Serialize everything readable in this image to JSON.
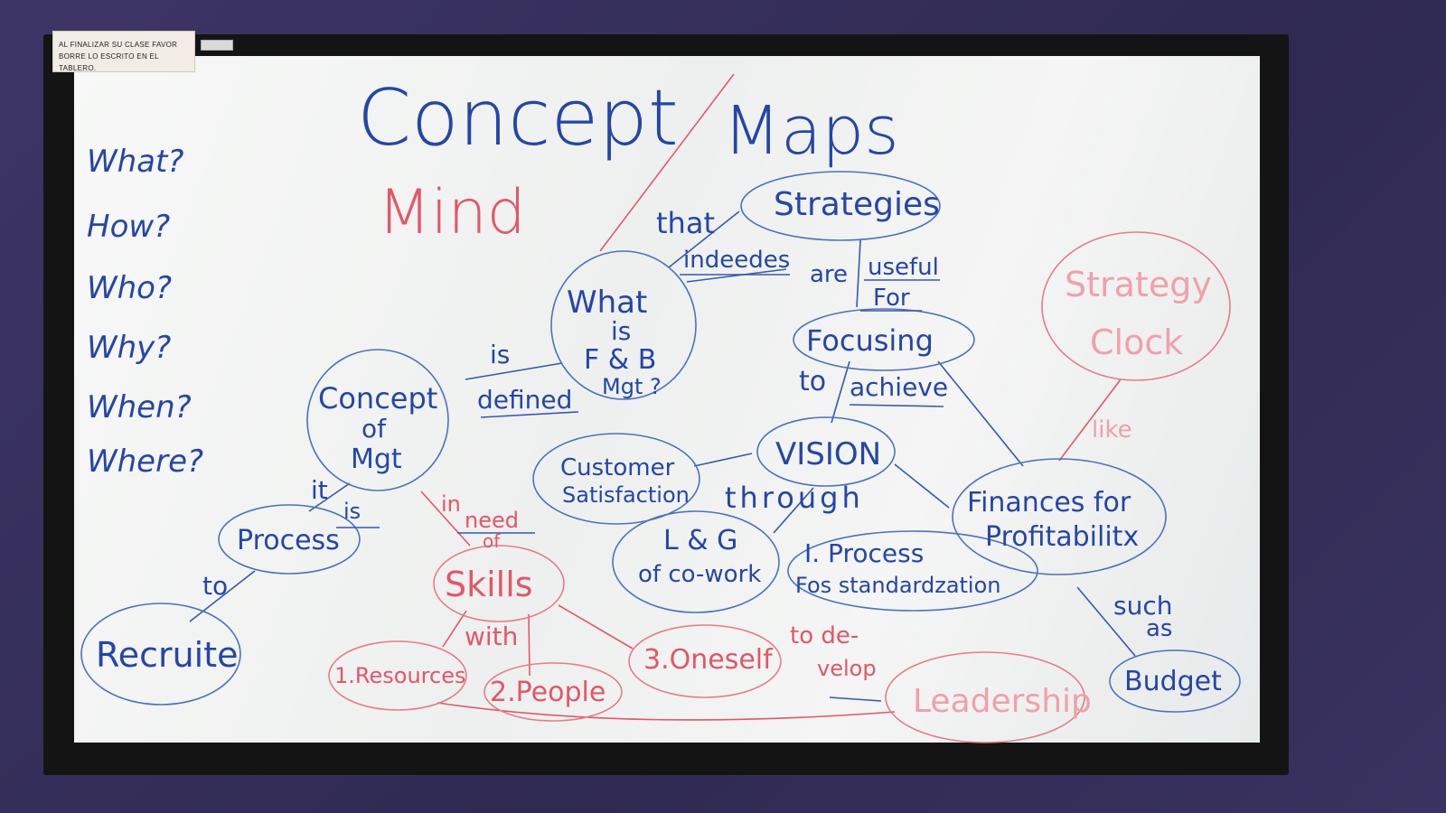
{
  "notice": {
    "line1": "AL FINALIZAR SU CLASE FAVOR",
    "line2": "BORRE LO ESCRITO EN EL TABLERO."
  },
  "board": {
    "title_left": "Concept",
    "title_right": "Maps",
    "mind": "Mind",
    "questions": [
      "What?",
      "How?",
      "Who?",
      "Why?",
      "When?",
      "Where?"
    ],
    "nodes": {
      "strategies": "Strategies",
      "what_is_1": "What",
      "what_is_2": "is",
      "what_is_3": "F & B",
      "what_is_4": "Mgt ?",
      "concept_1": "Concept",
      "concept_2": "of",
      "concept_3": "Mgt",
      "focusing": "Focusing",
      "vision": "VISION",
      "customer_1": "Customer",
      "customer_2": "Satisfaction",
      "lg_1": "L & G",
      "lg_2": "of co-work",
      "iprocess_1": "I. Process",
      "iprocess_2": "Fos standardzation",
      "finances_1": "Finances for",
      "finances_2": "Profitabilitx",
      "process": "Process",
      "recruite": "Recruite",
      "skills": "Skills",
      "resources": "1.Resources",
      "people": "2.People",
      "oneself": "3.Oneself",
      "leadership": "Leadership",
      "budget": "Budget",
      "strategy_clock_1": "Strategy",
      "strategy_clock_2": "Clock"
    },
    "links": {
      "that": "that",
      "indeedes": "indeedes",
      "are": "are",
      "useful": "useful",
      "for": "For",
      "is": "is",
      "defined": "defined",
      "to": "to",
      "achieve": "achieve",
      "it": "it",
      "is2": "is",
      "to2": "to",
      "in": "in",
      "need": "need",
      "of": "of",
      "with": "with",
      "through": "through",
      "to_de": "to de-",
      "velop": "velop",
      "like": "like",
      "such": "such",
      "as": "as"
    }
  },
  "colors": {
    "marker_blue": "#2446a8",
    "marker_red": "#e2566a",
    "wall": "#3a3360"
  }
}
